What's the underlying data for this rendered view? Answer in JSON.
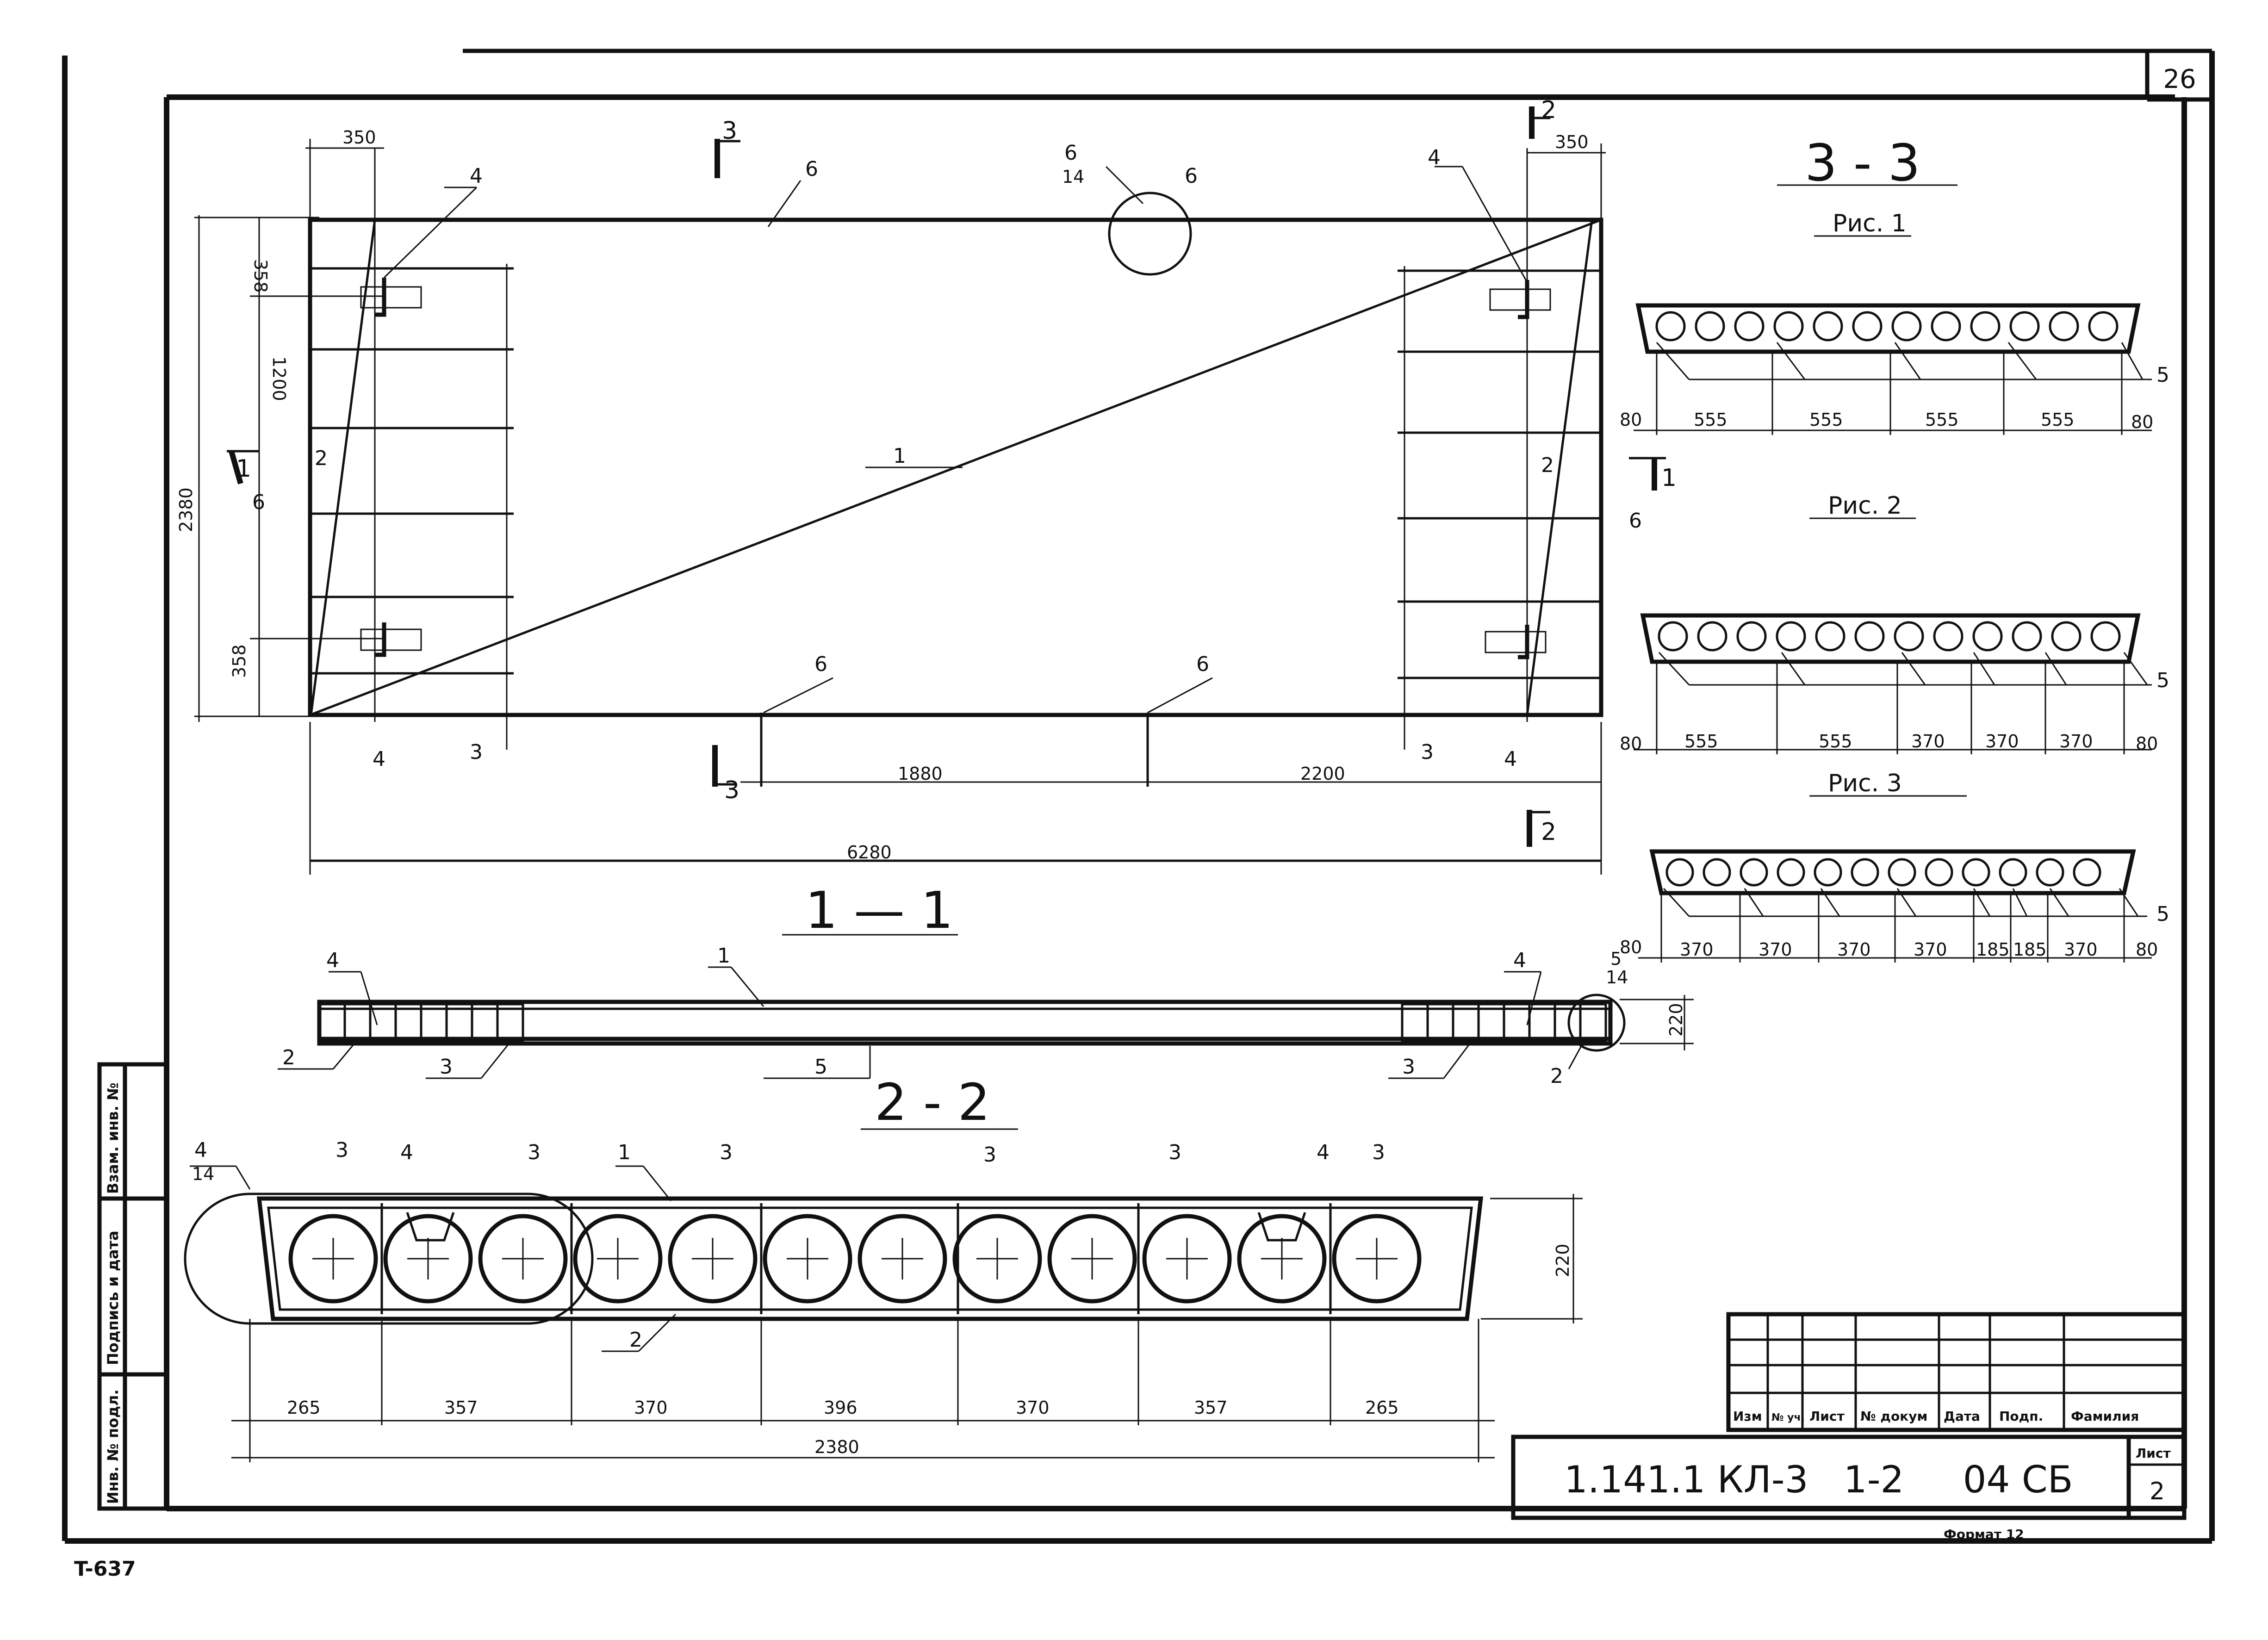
{
  "sheet_number_corner": "26",
  "sheet_code": "T-637",
  "plan": {
    "dims": {
      "edge_left": "350",
      "edge_right": "350",
      "top_offset": "358",
      "bottom_offset": "358",
      "mid": "1200",
      "width": "2380",
      "span_a": "1880",
      "span_b": "2200",
      "total": "6280"
    },
    "labels": {
      "p1": "1",
      "p2l": "2",
      "p2r": "2",
      "p3l": "3",
      "p3r": "3",
      "p4tl": "4",
      "p4tr": "4",
      "p4bl": "4",
      "p4br": "4",
      "p6tl": "6",
      "p6bl": "6",
      "p6bm": "6",
      "p6l": "6",
      "p6r": "6",
      "p6c": "6",
      "p6top": "6",
      "p6den": "14"
    },
    "section_marks": {
      "s3_top": "3",
      "s3_bot": "3",
      "s2_top": "2",
      "s2_bot": "2",
      "s1_left": "1",
      "s1_right": "1"
    }
  },
  "section_1_1": {
    "title": "1 — 1",
    "labels": {
      "l1": "1",
      "l2a": "2",
      "l2b": "2",
      "l3a": "3",
      "l3b": "3",
      "l4a": "4",
      "l4b": "4",
      "l5": "5",
      "l5n": "5",
      "l5d": "14"
    },
    "height_dim": "220"
  },
  "section_2_2": {
    "title": "2 - 2",
    "labels": {
      "n4": "4",
      "d14": "14",
      "a3": "3",
      "a4": "4",
      "b3": "3",
      "c1": "1",
      "c3": "3",
      "d3": "3",
      "e3": "3",
      "f4": "4",
      "f3": "3",
      "g2": "2"
    },
    "height_dim": "220",
    "dims": [
      "265",
      "357",
      "370",
      "396",
      "370",
      "357",
      "265"
    ],
    "total": "2380"
  },
  "section_3_3": {
    "title": "3 - 3",
    "figs": [
      {
        "caption": "Рис. 1",
        "dims": [
          "80",
          "555",
          "555",
          "555",
          "555",
          "80"
        ],
        "label": "5"
      },
      {
        "caption": "Рис. 2",
        "dims": [
          "80",
          "555",
          "555",
          "370",
          "370",
          "370",
          "80"
        ],
        "label": "5"
      },
      {
        "caption": "Рис. 3",
        "dims": [
          "80",
          "370",
          "370",
          "370",
          "370",
          "185",
          "185",
          "370",
          "80"
        ],
        "label": "5"
      }
    ]
  },
  "stamp": {
    "side": [
      "Инв. № подл.",
      "Подпись и дата",
      "Взам. инв. №"
    ],
    "headers": [
      "Изм",
      "№ уч.",
      "Лист",
      "№ докум",
      "Дата",
      "Подп.",
      "Фамилия"
    ],
    "code": "1.141.1 КЛ-3   1-2     04 СБ",
    "sheet_label": "Лист",
    "sheet_no": "2",
    "format": "Формат 12"
  }
}
